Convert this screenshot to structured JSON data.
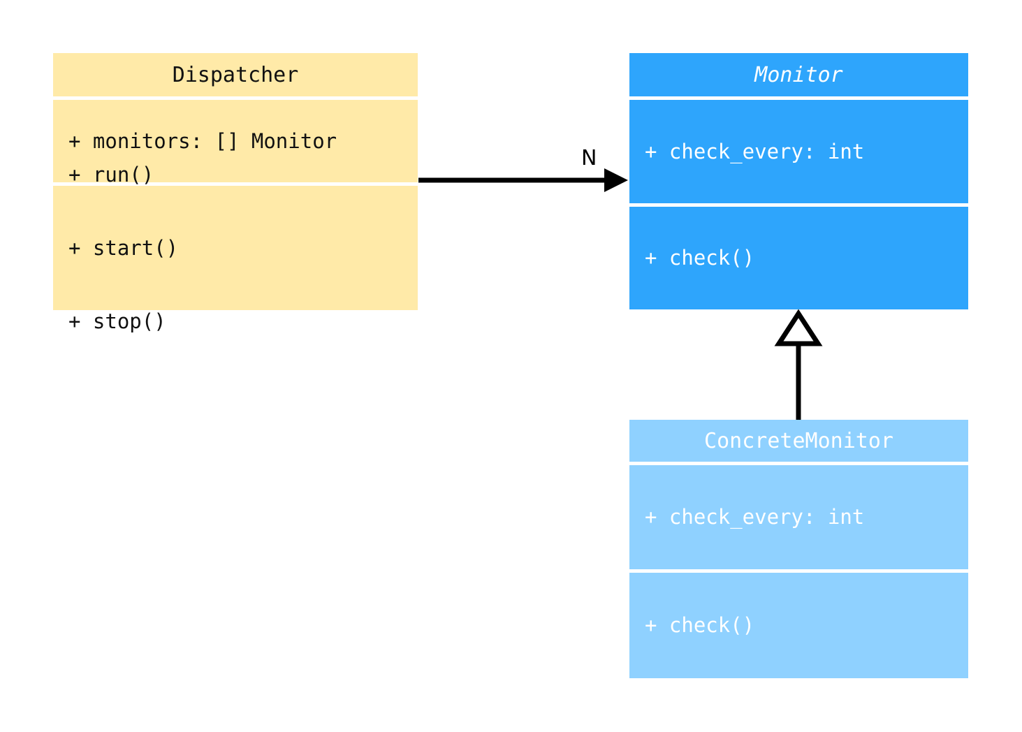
{
  "diagram": {
    "type": "uml-class-diagram",
    "background": "#ffffff",
    "classes": [
      {
        "id": "dispatcher",
        "name": "Dispatcher",
        "abstract": false,
        "fill": "#ffeaa8",
        "text_color": "#111111",
        "attributes": [
          "+ monitors: [] Monitor"
        ],
        "methods": [
          "+ run()",
          "+ start()",
          "+ stop()"
        ]
      },
      {
        "id": "monitor",
        "name": "Monitor",
        "abstract": true,
        "fill": "#2ea5fc",
        "text_color": "#ffffff",
        "attributes": [
          "+ check_every: int"
        ],
        "methods": [
          "+ check()"
        ]
      },
      {
        "id": "concretemonitor",
        "name": "ConcreteMonitor",
        "abstract": false,
        "fill": "#8fd1ff",
        "text_color": "#ffffff",
        "attributes": [
          "+ check_every: int"
        ],
        "methods": [
          "+ check()"
        ]
      }
    ],
    "relationships": [
      {
        "id": "dispatcher-to-monitor",
        "kind": "association",
        "from": "Dispatcher",
        "to": "Monitor",
        "arrowhead": "filled-triangle",
        "line": "solid",
        "label": "N",
        "stroke": "#000000"
      },
      {
        "id": "concretemonitor-to-monitor",
        "kind": "generalization",
        "from": "ConcreteMonitor",
        "to": "Monitor",
        "arrowhead": "hollow-triangle",
        "line": "solid",
        "label": "",
        "stroke": "#000000"
      }
    ]
  },
  "dispatcher": {
    "title": "Dispatcher",
    "attributes": {
      "line0": "+ monitors: [] Monitor"
    },
    "methods": {
      "line0": "+ run()",
      "line1": "+ start()",
      "line2": "+ stop()"
    }
  },
  "monitor": {
    "title": "Monitor",
    "attributes": {
      "line0": "+ check_every: int"
    },
    "methods": {
      "line0": "+ check()"
    }
  },
  "concretemonitor": {
    "title": "ConcreteMonitor",
    "attributes": {
      "line0": "+ check_every: int"
    },
    "methods": {
      "line0": "+ check()"
    }
  },
  "edges": {
    "association_label": "N"
  }
}
